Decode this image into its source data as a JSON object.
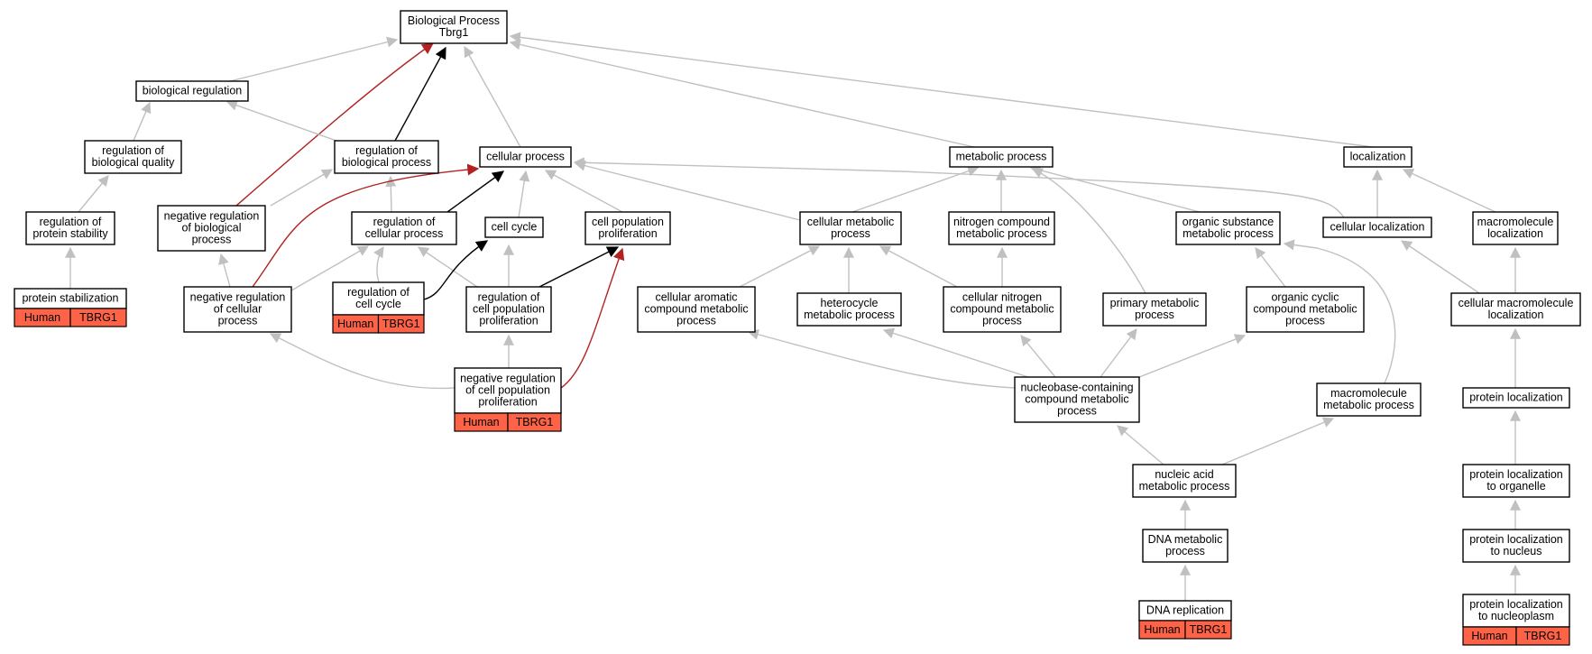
{
  "diagram": {
    "colors": {
      "gray_edge": "#c0c0c0",
      "black_edge": "#000000",
      "red_edge": "#b22222",
      "annotation_fill": "#ff6347"
    },
    "nodes": {
      "n_root": {
        "lines": [
          "Biological Process",
          "Tbrg1"
        ]
      },
      "n_bioreg": {
        "lines": [
          "biological regulation"
        ]
      },
      "n_reg_bioqual": {
        "lines": [
          "regulation of",
          "biological quality"
        ]
      },
      "n_reg_protstab": {
        "lines": [
          "regulation of",
          "protein stability"
        ]
      },
      "n_protstab": {
        "lines": [
          "protein stabilization"
        ],
        "annotation": [
          "Human",
          "TBRG1"
        ]
      },
      "n_reg_bioproc": {
        "lines": [
          "regulation of",
          "biological process"
        ]
      },
      "n_negreg_bio": {
        "lines": [
          "negative regulation",
          "of biological",
          "process"
        ]
      },
      "n_cellproc": {
        "lines": [
          "cellular process"
        ]
      },
      "n_reg_cellproc": {
        "lines": [
          "regulation of",
          "cellular process"
        ]
      },
      "n_negreg_cell": {
        "lines": [
          "negative regulation",
          "of cellular",
          "process"
        ]
      },
      "n_cellcycle": {
        "lines": [
          "cell cycle"
        ]
      },
      "n_reg_cellcycle": {
        "lines": [
          "regulation of",
          "cell cycle"
        ],
        "annotation": [
          "Human",
          "TBRG1"
        ]
      },
      "n_cellpop": {
        "lines": [
          "cell population",
          "proliferation"
        ]
      },
      "n_reg_cellpop": {
        "lines": [
          "regulation of",
          "cell population",
          "proliferation"
        ]
      },
      "n_negreg_cellpop": {
        "lines": [
          "negative regulation",
          "of cell population",
          "proliferation"
        ],
        "annotation": [
          "Human",
          "TBRG1"
        ]
      },
      "n_metab": {
        "lines": [
          "metabolic process"
        ]
      },
      "n_cellmetab": {
        "lines": [
          "cellular metabolic",
          "process"
        ]
      },
      "n_nitro": {
        "lines": [
          "nitrogen compound",
          "metabolic process"
        ]
      },
      "n_orgsub": {
        "lines": [
          "organic substance",
          "metabolic process"
        ]
      },
      "n_cellarom": {
        "lines": [
          "cellular aromatic",
          "compound metabolic",
          "process"
        ]
      },
      "n_hetero": {
        "lines": [
          "heterocycle",
          "metabolic process"
        ]
      },
      "n_cellnitro": {
        "lines": [
          "cellular nitrogen",
          "compound metabolic",
          "process"
        ]
      },
      "n_primary": {
        "lines": [
          "primary metabolic",
          "process"
        ]
      },
      "n_orgcyc": {
        "lines": [
          "organic cyclic",
          "compound metabolic",
          "process"
        ]
      },
      "n_nucbase": {
        "lines": [
          "nucleobase-containing",
          "compound metabolic",
          "process"
        ]
      },
      "n_macromol_metab": {
        "lines": [
          "macromolecule",
          "metabolic process"
        ]
      },
      "n_nucacid": {
        "lines": [
          "nucleic acid",
          "metabolic process"
        ]
      },
      "n_dnametab": {
        "lines": [
          "DNA metabolic",
          "process"
        ]
      },
      "n_dnarep": {
        "lines": [
          "DNA replication"
        ],
        "annotation": [
          "Human",
          "TBRG1"
        ]
      },
      "n_local": {
        "lines": [
          "localization"
        ]
      },
      "n_cellloc": {
        "lines": [
          "cellular localization"
        ]
      },
      "n_macloc": {
        "lines": [
          "macromolecule",
          "localization"
        ]
      },
      "n_cellmacloc": {
        "lines": [
          "cellular macromolecule",
          "localization"
        ]
      },
      "n_protloc": {
        "lines": [
          "protein localization"
        ]
      },
      "n_protloc_org": {
        "lines": [
          "protein localization",
          "to organelle"
        ]
      },
      "n_protloc_nuc": {
        "lines": [
          "protein localization",
          "to nucleus"
        ]
      },
      "n_protloc_nucpl": {
        "lines": [
          "protein localization",
          "to nucleoplasm"
        ],
        "annotation": [
          "Human",
          "TBRG1"
        ]
      }
    }
  }
}
